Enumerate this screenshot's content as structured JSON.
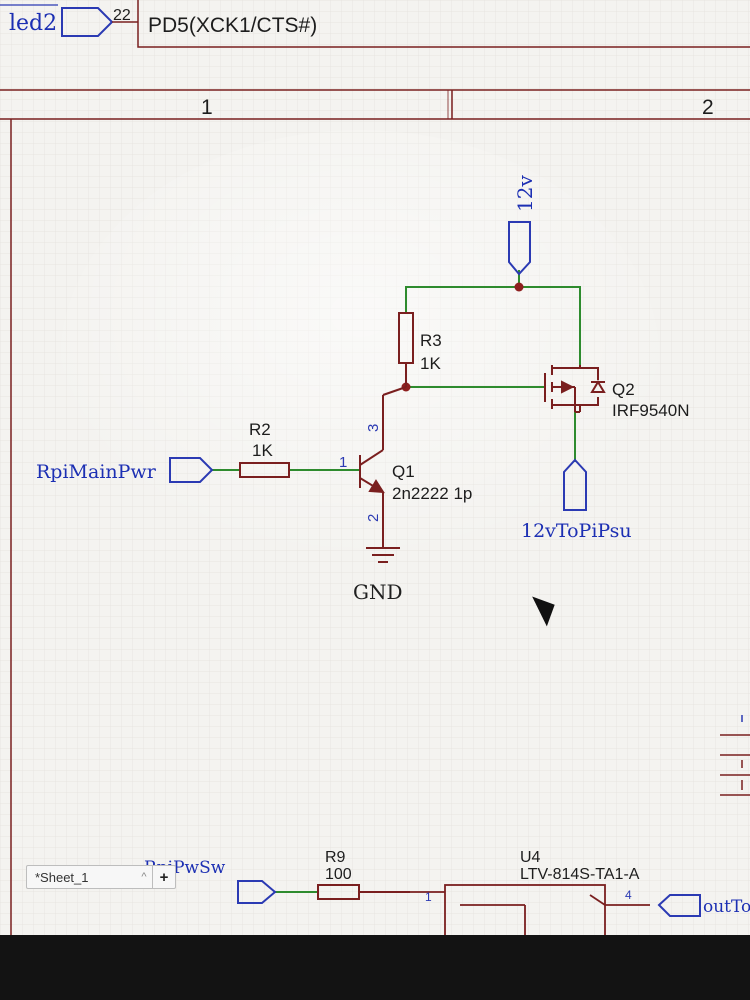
{
  "top_labels": {
    "net_led2": "led2",
    "pin_22": "22",
    "pin_name": "PD5(XCK1/CTS#)"
  },
  "ruler": {
    "col1": "1",
    "col2": "2"
  },
  "nets": {
    "v12": "12v",
    "rpi_main_pwr": "RpiMainPwr",
    "gnd": "GND",
    "v12_to_pi_psu": "12vToPiPsu",
    "rpi_pw_sw": "RpiPwSw",
    "out_to": "outTo"
  },
  "components": {
    "r3": {
      "name": "R3",
      "value": "1K"
    },
    "r2": {
      "name": "R2",
      "value": "1K"
    },
    "q1": {
      "name": "Q1",
      "value": "2n2222 1p",
      "pin_base": "1",
      "pin_emitter": "2",
      "pin_collector": "3"
    },
    "q2": {
      "name": "Q2",
      "value": "IRF9540N"
    },
    "r9": {
      "name": "R9",
      "value": "100"
    },
    "u4": {
      "name": "U4",
      "value": "LTV-814S-TA1-A",
      "pin_1": "1",
      "pin_4": "4"
    }
  },
  "sheet_tabs": {
    "active": "*Sheet_1",
    "caret": "^",
    "add": "+"
  },
  "colors": {
    "wire": "#2e8b2e",
    "component": "#7a1f1f",
    "net_label": "#1c2fb3",
    "junction": "#8e1f1f",
    "frame": "#7a1f1f"
  }
}
